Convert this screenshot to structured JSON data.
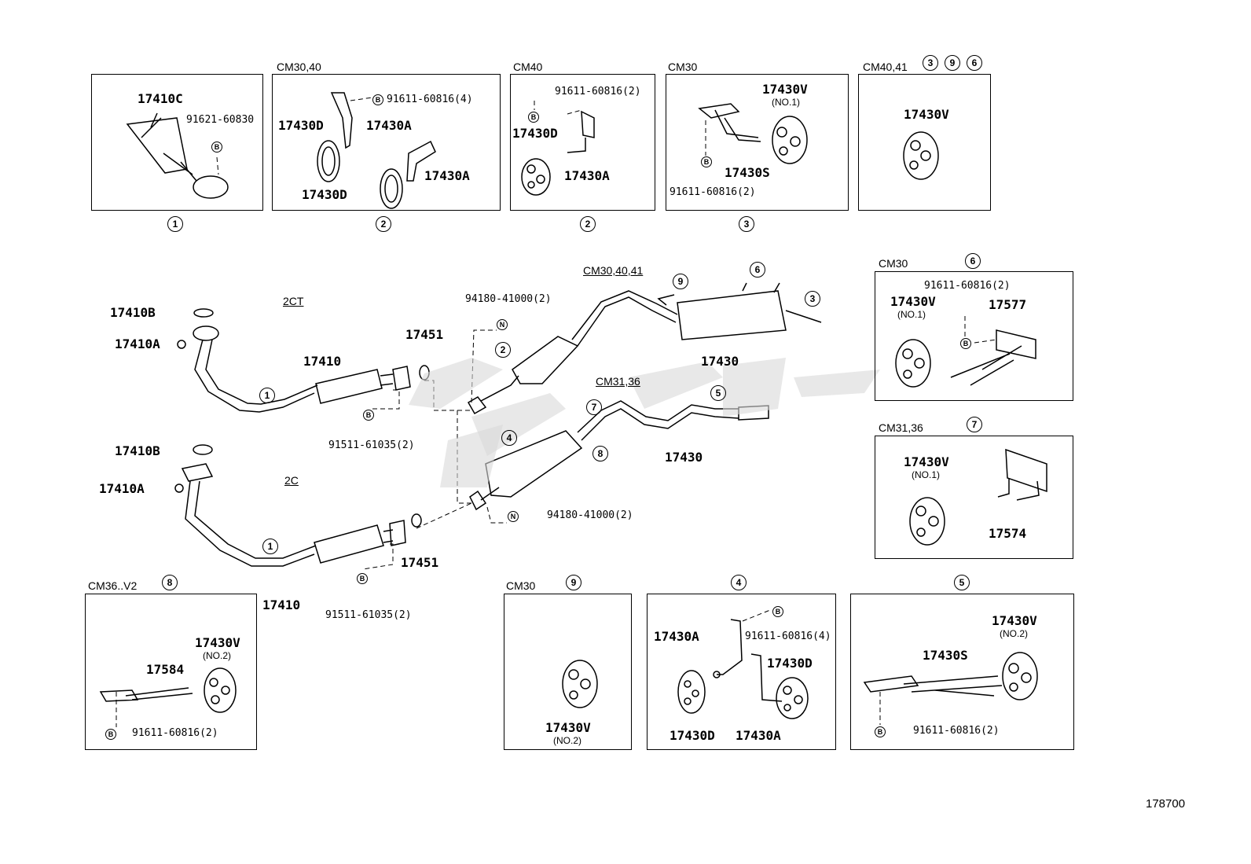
{
  "boxes": {
    "b1": {
      "header": "",
      "num": "1",
      "parts": [
        "17410C",
        "91621-60830"
      ]
    },
    "b2": {
      "header": "CM30,40",
      "num": "2",
      "parts": [
        "91611-60816(4)",
        "17430D",
        "17430A",
        "17430A",
        "17430D"
      ]
    },
    "b3": {
      "header": "CM40",
      "num": "2",
      "parts": [
        "91611-60816(2)",
        "17430D",
        "17430A"
      ]
    },
    "b4": {
      "header": "CM30",
      "num": "3",
      "parts": [
        "17430V",
        "(NO.1)",
        "17430S",
        "91611-60816(2)"
      ]
    },
    "b5": {
      "header": "CM40,41",
      "nums": [
        "3",
        "9",
        "6"
      ],
      "parts": [
        "17430V"
      ]
    },
    "b6": {
      "header": "CM30",
      "num": "6",
      "parts": [
        "91611-60816(2)",
        "17430V",
        "(NO.1)",
        "17577"
      ]
    },
    "b7": {
      "header": "CM31,36",
      "num": "7",
      "parts": [
        "17430V",
        "(NO.1)",
        "17574"
      ]
    },
    "b8": {
      "header": "CM36..V2",
      "num": "8",
      "parts": [
        "17430V",
        "(NO.2)",
        "17584",
        "91611-60816(2)"
      ]
    },
    "b9": {
      "header": "CM30",
      "num": "9",
      "parts": [
        "17430V",
        "(NO.2)"
      ]
    },
    "b10": {
      "header": "",
      "num": "4",
      "parts": [
        "17430A",
        "91611-60816(4)",
        "17430D",
        "17430D",
        "17430A"
      ]
    },
    "b11": {
      "header": "",
      "num": "5",
      "parts": [
        "17430V",
        "(NO.2)",
        "17430S",
        "91611-60816(2)"
      ]
    }
  },
  "main": {
    "top_variant": "2CT",
    "bottom_variant": "2C",
    "cm_top": "CM30,40,41",
    "cm_mid": "CM31,36",
    "labels": {
      "t_17410B": "17410B",
      "t_17410A": "17410A",
      "t_17410": "17410",
      "t_17451": "17451",
      "t_91511": "91511-61035(2)",
      "t_94180": "94180-41000(2)",
      "t_17430": "17430",
      "b_17410B": "17410B",
      "b_17410A": "17410A",
      "b_17410": "17410",
      "b_17451": "17451",
      "b_91511": "91511-61035(2)",
      "b_94180": "94180-41000(2)",
      "b_17430": "17430"
    },
    "callouts": [
      "1",
      "2",
      "9",
      "6",
      "3",
      "5",
      "7",
      "4",
      "8",
      "1"
    ],
    "badge_b": "B",
    "badge_n": "N"
  },
  "footer": {
    "diagram_no": "178700"
  }
}
